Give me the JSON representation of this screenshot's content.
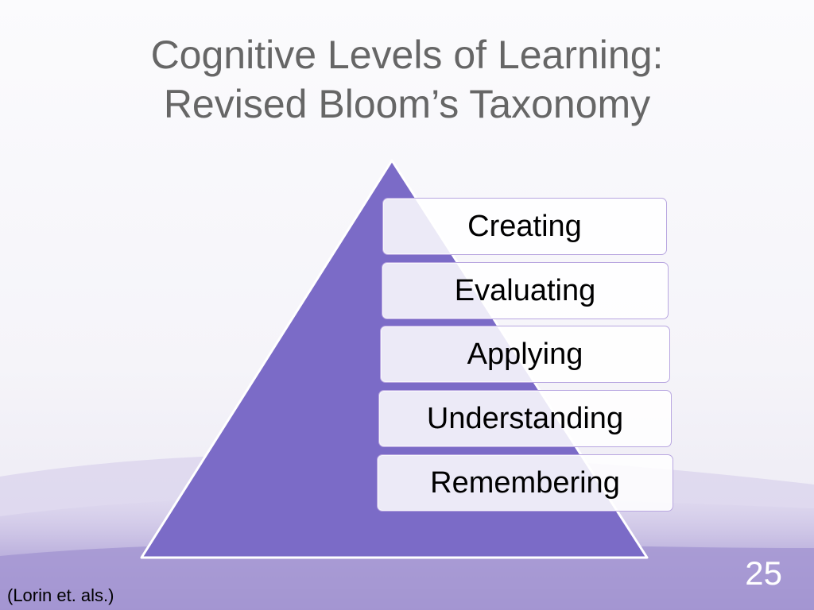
{
  "slide": {
    "title_line1": "Cognitive Levels of Learning:",
    "title_line2": "Revised Bloom’s Taxonomy",
    "levels": [
      "Creating",
      "Evaluating",
      "Applying",
      "Understanding",
      "Remembering"
    ],
    "page_number": "25",
    "citation": "(Lorin et. als.)"
  },
  "colors": {
    "pyramid_fill": "#7b6bc7",
    "box_border": "#b8a6e0",
    "title_text": "#666666",
    "footer_band": "#a79ad0"
  }
}
